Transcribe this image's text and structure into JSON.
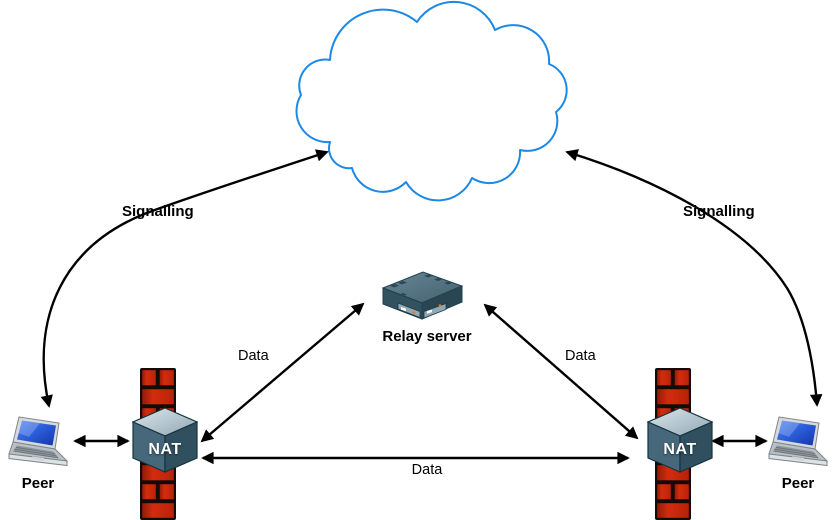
{
  "colors": {
    "cloud_stroke": "#1e88e5",
    "arrow": "#000000",
    "firewall_brick": "#c52008",
    "nat_cube_face": "#46687a",
    "server_body": "#33525f",
    "laptop_screen": "#2a5bd7"
  },
  "cloud": {
    "name": "internet-cloud"
  },
  "nodes": {
    "peer_left": {
      "label": "Peer"
    },
    "peer_right": {
      "label": "Peer"
    },
    "nat_left": {
      "label": "NAT"
    },
    "nat_right": {
      "label": "NAT"
    },
    "relay_server": {
      "label": "Relay server"
    }
  },
  "edges": {
    "signalling_left": {
      "label": "Signalling"
    },
    "signalling_right": {
      "label": "Signalling"
    },
    "data_nat_left_relay": {
      "label": "Data"
    },
    "data_relay_nat_right": {
      "label": "Data"
    },
    "data_nat_to_nat": {
      "label": "Data"
    }
  }
}
